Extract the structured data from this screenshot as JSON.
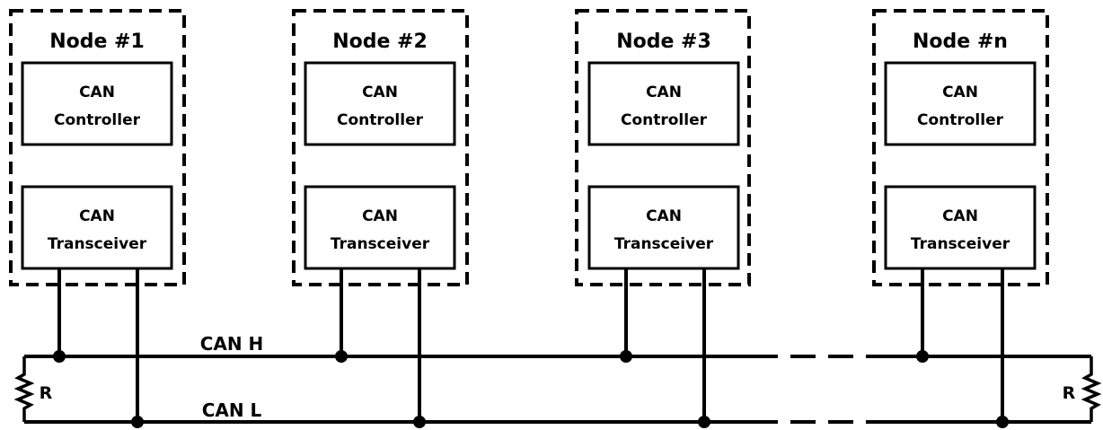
{
  "nodes": [
    {
      "title": "Node #1",
      "controller": [
        "CAN",
        "Controller"
      ],
      "transceiver": [
        "CAN",
        "Transceiver"
      ]
    },
    {
      "title": "Node #2",
      "controller": [
        "CAN",
        "Controller"
      ],
      "transceiver": [
        "CAN",
        "Transceiver"
      ]
    },
    {
      "title": "Node #3",
      "controller": [
        "CAN",
        "Controller"
      ],
      "transceiver": [
        "CAN",
        "Transceiver"
      ]
    },
    {
      "title": "Node #n",
      "controller": [
        "CAN",
        "Controller"
      ],
      "transceiver": [
        "CAN",
        "Transceiver"
      ]
    }
  ],
  "bus": {
    "high_label": "CAN H",
    "low_label": "CAN L"
  },
  "terminators": {
    "left_label": "R",
    "right_label": "R"
  },
  "colors": {
    "line": "#000000",
    "background": "#ffffff"
  }
}
